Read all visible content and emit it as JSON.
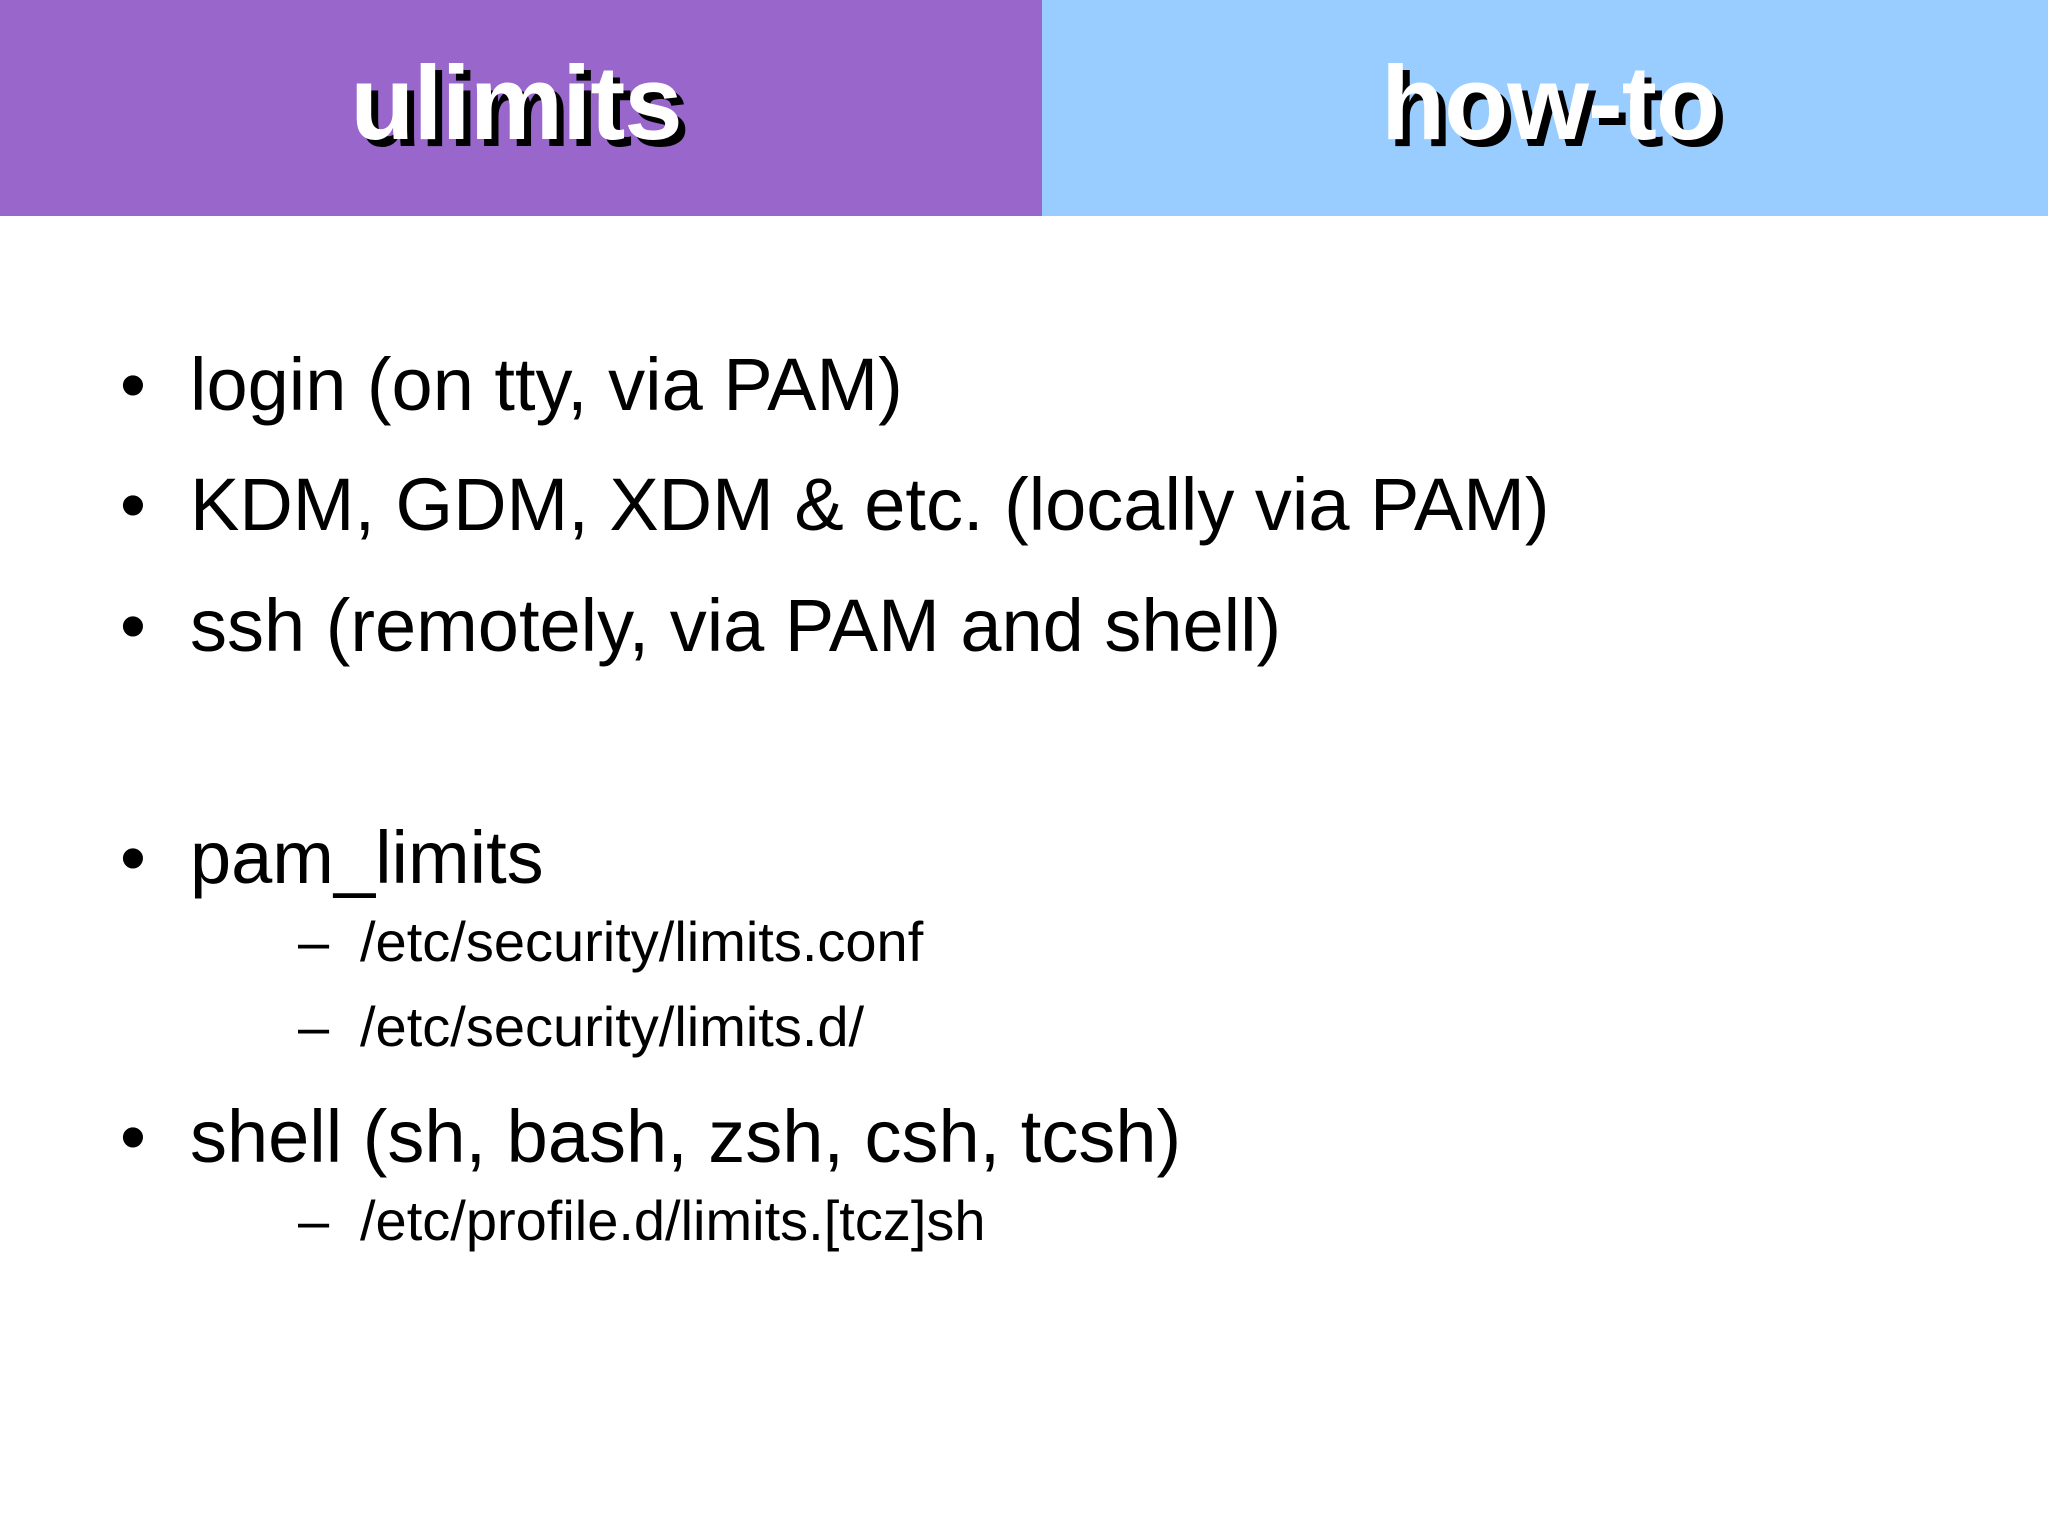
{
  "header": {
    "left_title": "ulimits",
    "right_title": "how-to",
    "left_bg": "#9966cc",
    "right_bg": "#99ccff",
    "title_color": "#ffffff",
    "title_shadow_color": "#000000"
  },
  "content": {
    "bullet_glyph": "•",
    "sub_bullet_glyph": "–",
    "items": [
      {
        "text": "login (on tty, via PAM)"
      },
      {
        "text": "KDM, GDM, XDM & etc. (locally via PAM)"
      },
      {
        "text": "ssh (remotely, via PAM and shell)"
      },
      {
        "text": "pam_limits",
        "sub_items": [
          {
            "text": "/etc/security/limits.conf"
          },
          {
            "text": "/etc/security/limits.d/"
          }
        ]
      },
      {
        "text": "shell (sh, bash, zsh, csh, tcsh)",
        "sub_items": [
          {
            "text": "/etc/profile.d/limits.[tcz]sh"
          }
        ]
      }
    ]
  }
}
